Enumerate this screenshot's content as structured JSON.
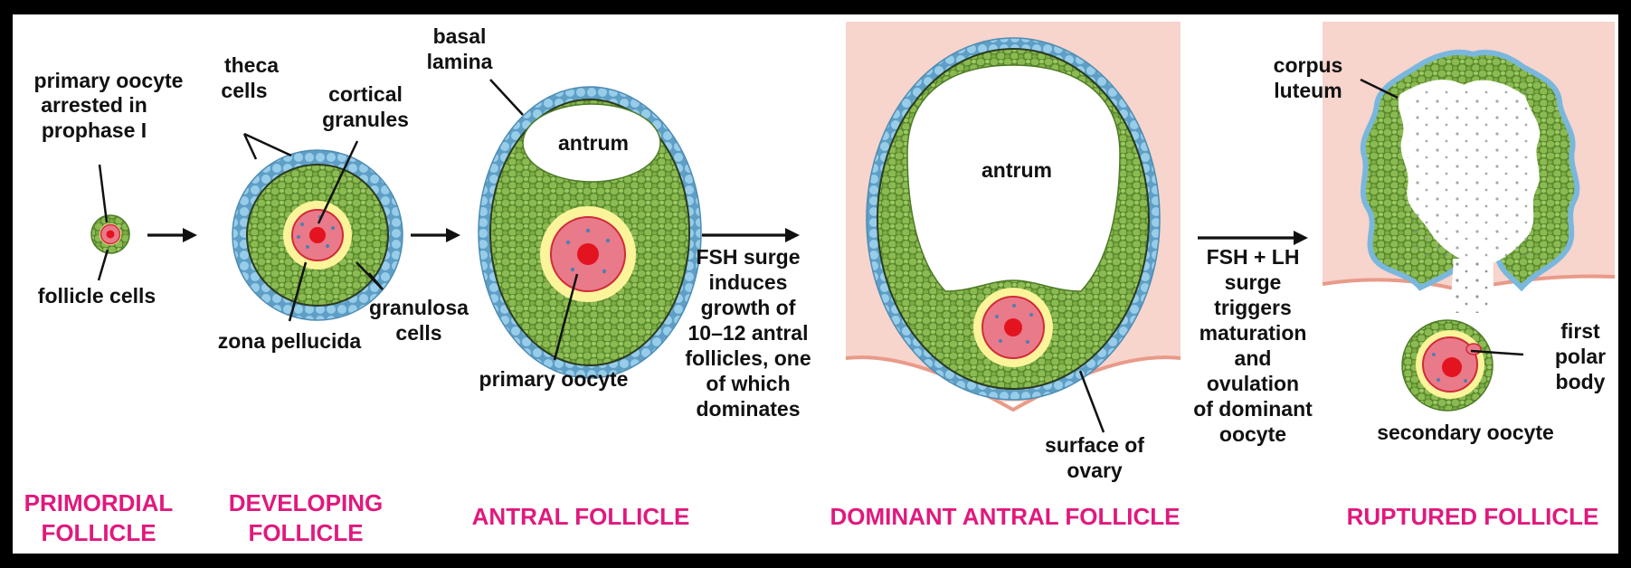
{
  "colors": {
    "frame": "#000000",
    "panel": "#ffffff",
    "ovary_tissue": "#f7d4cc",
    "ovary_surface": "#e99a88",
    "theca": "#8fc4e3",
    "granulosa": "#6f9e3c",
    "granulosa_light": "#89b84f",
    "zona_pellucida": "#fbf49a",
    "oocyte": "#e97a8a",
    "nucleus": "#e3141f",
    "stage_title": "#e0197d"
  },
  "labels": {
    "primary_oocyte_arrested": [
      "primary oocyte",
      "arrested in",
      "prophase I"
    ],
    "follicle_cells": "follicle cells",
    "theca_cells": [
      "theca",
      "cells"
    ],
    "cortical_granules": [
      "cortical",
      "granules"
    ],
    "zona_pellucida": "zona pellucida",
    "granulosa_cells": [
      "granulosa",
      "cells"
    ],
    "basal_lamina": [
      "basal",
      "lamina"
    ],
    "antrum_1": "antrum",
    "primary_oocyte": "primary oocyte",
    "fsh_surge": [
      "FSH surge",
      "induces",
      "growth of",
      "10–12 antral",
      "follicles, one",
      "of which",
      "dominates"
    ],
    "antrum_2": "antrum",
    "surface_of_ovary": [
      "surface of",
      "ovary"
    ],
    "fsh_lh_surge": [
      "FSH + LH",
      "surge",
      "triggers",
      "maturation",
      "and",
      "ovulation",
      "of dominant",
      "oocyte"
    ],
    "corpus_luteum": [
      "corpus",
      "luteum"
    ],
    "first_polar_body": [
      "first",
      "polar",
      "body"
    ],
    "secondary_oocyte": "secondary oocyte"
  },
  "stage_titles": {
    "primordial": [
      "PRIMORDIAL",
      "FOLLICLE"
    ],
    "developing": [
      "DEVELOPING",
      "FOLLICLE"
    ],
    "antral": "ANTRAL FOLLICLE",
    "dominant": "DOMINANT ANTRAL FOLLICLE",
    "ruptured": "RUPTURED FOLLICLE"
  }
}
